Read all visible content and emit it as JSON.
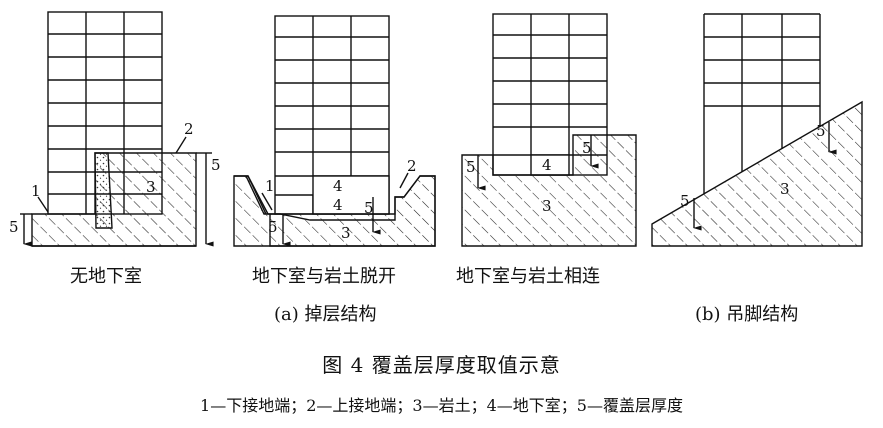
{
  "labels": {
    "sub_a1": "无地下室",
    "sub_a2": "地下室与岩土脱开",
    "sub_a3": "地下室与岩土相连",
    "group_a": "(a) 掉层结构",
    "group_b": "(b) 吊脚结构"
  },
  "markers": {
    "m1": "1",
    "m2": "2",
    "m3": "3",
    "m4": "4",
    "m5": "5"
  },
  "caption": {
    "title": "图 4    覆盖层厚度取值示意",
    "legend": "1—下接地端；2—上接地端；3—岩土；4—地下室；5—覆盖层厚度"
  }
}
